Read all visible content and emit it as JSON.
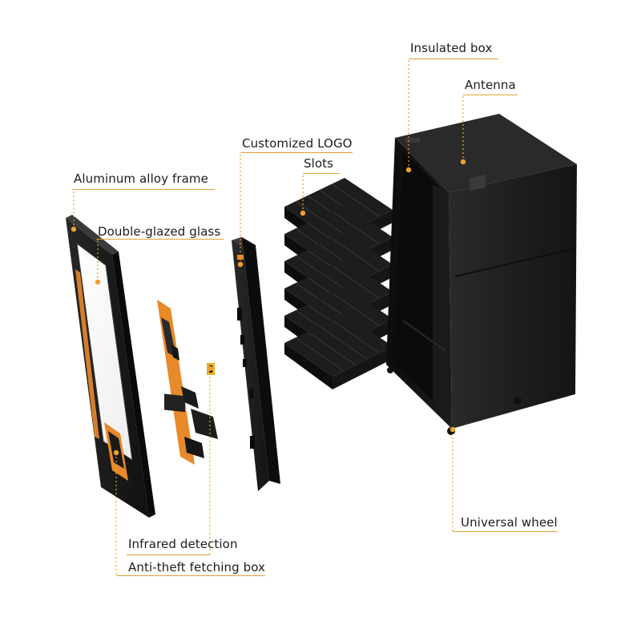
{
  "labels": {
    "insulated_box": "Insulated box",
    "antenna": "Antenna",
    "customized_logo": "Customized LOGO",
    "slots": "Slots",
    "aluminum_frame": "Aluminum alloy frame",
    "double_glazed_glass": "Double-glazed glass",
    "universal_wheel": "Universal wheel",
    "infrared_detection": "Infrared detection",
    "anti_theft_box": "Anti-theft fetching box"
  },
  "colors": {
    "leader": "#e6a236",
    "dot": "#f0a030",
    "body_dark": "#1e1e1e",
    "accent_orange": "#e8892a",
    "text": "#1c1c1c"
  }
}
